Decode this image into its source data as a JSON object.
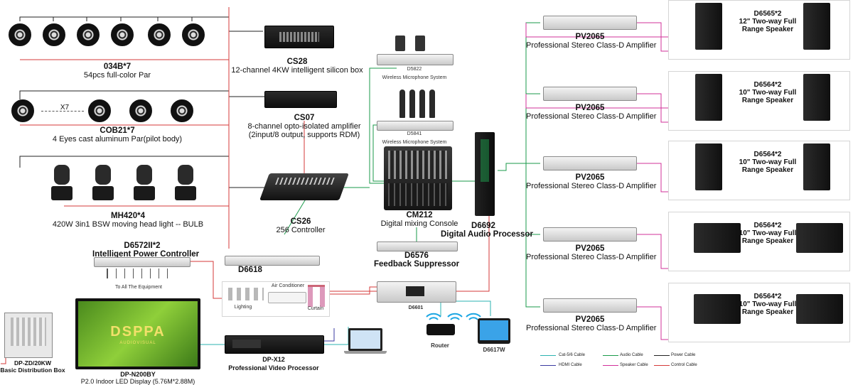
{
  "fixtures": {
    "par54": {
      "title": "034B*7",
      "desc": "54pcs full-color Par"
    },
    "cob": {
      "title": "COB21*7",
      "desc": "4 Eyes cast aluminum Par(pilot body)",
      "mult": "X7"
    },
    "mh": {
      "title": "MH420*4",
      "desc": "420W 3in1 BSW moving head light -- BULB"
    }
  },
  "devices": {
    "cs28": {
      "title": "CS28",
      "desc": "12-channel 4KW intelligent silicon box"
    },
    "cs07": {
      "title": "CS07",
      "desc1": "8-channel opto-isolated amplifier",
      "desc2": "(2input/8 output, supports RDM)"
    },
    "cs26": {
      "title": "CS26",
      "desc": "256 Controller"
    },
    "d5822": {
      "title": "D5822",
      "desc": "Wireless Microphone System"
    },
    "d5841": {
      "title": "D5841",
      "desc": "Wireless Microphone System"
    },
    "cm212": {
      "title": "CM212",
      "desc": "Digital mixing Console"
    },
    "d6692": {
      "title": "D6692",
      "desc": "Digital Audio Processor"
    },
    "d6576": {
      "title": "D6576",
      "desc": "Feedback Suppressor"
    },
    "d6572": {
      "title": "D6572II*2",
      "desc": "Intelligent Power Controller",
      "note": "To All The Equipment"
    },
    "d6618": {
      "title": "D6618"
    },
    "aircon": {
      "label": "Air Conditioner"
    },
    "lighting": {
      "label": "Lighting"
    },
    "curtain": {
      "label": "Curtain"
    },
    "d6601": {
      "title": "D6601"
    },
    "router": {
      "title": "Router"
    },
    "d6617w": {
      "title": "D6617W"
    },
    "dpx12": {
      "title": "DP-X12",
      "desc": "Professional Video Processor"
    },
    "led": {
      "title": "DP-N200BY",
      "desc": "P2.0 Indoor LED Display (5.76M*2.88M)",
      "logo": "DSPPA",
      "logo_sub": "AUDIOVISUAL"
    },
    "dist": {
      "title": "DP-ZD/20KW",
      "desc": "Basic Distribution Box"
    }
  },
  "amps": [
    {
      "model": "PV2065",
      "desc": "Professional Stereo Class-D Amplifier"
    },
    {
      "model": "PV2065",
      "desc": "Professional Stereo Class-D Amplifier"
    },
    {
      "model": "PV2065",
      "desc": "Professional Stereo Class-D Amplifier"
    },
    {
      "model": "PV2065",
      "desc": "Professional Stereo Class-D Amplifier"
    },
    {
      "model": "PV2065",
      "desc": "Professional Stereo Class-D Amplifier"
    }
  ],
  "speakers": [
    {
      "model": "D6565*2",
      "l1": "12\" Two-way Full",
      "l2": "Range Speaker"
    },
    {
      "model": "D6564*2",
      "l1": "10\" Two-way Full",
      "l2": "Range Speaker"
    },
    {
      "model": "D6564*2",
      "l1": "10\" Two-way Full",
      "l2": "Range Speaker"
    },
    {
      "model": "D6564*2",
      "l1": "10\" Two-way Full",
      "l2": "Range Speaker"
    },
    {
      "model": "D6564*2",
      "l1": "10\" Two-way Full",
      "l2": "Range Speaker"
    }
  ],
  "legend": {
    "cat": "Cat-5/6 Cable",
    "audio": "Audio Cable",
    "power": "Power Cable",
    "hdmi": "HDMI Cable",
    "speaker": "Speaker Cable",
    "control": "Control Cable"
  },
  "colors": {
    "cat": "#2bb3b0",
    "audio": "#1a9a4a",
    "power": "#222222",
    "hdmi": "#3a3aa0",
    "speaker": "#d2309a",
    "control": "#d53a3a"
  }
}
